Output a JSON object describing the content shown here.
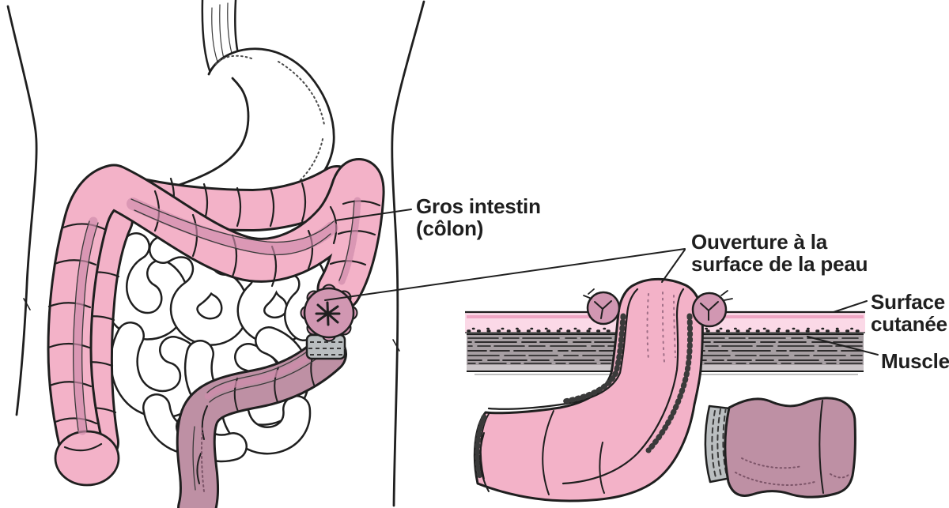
{
  "palette": {
    "ink": "#1f1f1f",
    "colon_pink": "#F3B2C8",
    "colon_shadow": "#CE8BAB",
    "distal_mauve": "#BE90A4",
    "stoma_mauve": "#D197B2",
    "skin_pink": "#FBD9E7",
    "skin_line_pink": "#EFA6C4",
    "muscle_gray": "#A79FA3",
    "muscle_light": "#CBC5C8",
    "cuff_gray": "#BABEC0",
    "background": "#FFFFFF"
  },
  "labels": {
    "colon": {
      "line1": "Gros intestin",
      "line2": "(côlon)"
    },
    "opening": {
      "line1": "Ouverture à la",
      "line2": "surface de la peau"
    },
    "skin": {
      "line1": "Surface",
      "line2": "cutanée"
    },
    "muscle": {
      "line1": "Muscle"
    }
  }
}
